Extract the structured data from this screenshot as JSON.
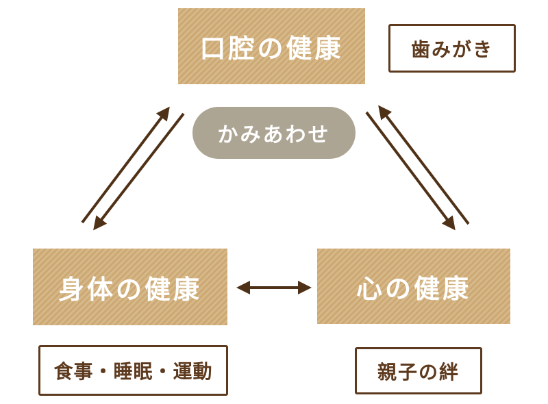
{
  "diagram": {
    "title_implicit": "",
    "nodes": {
      "oral": {
        "label": "口腔の健康"
      },
      "body": {
        "label": "身体の健康"
      },
      "mind": {
        "label": "心の健康"
      }
    },
    "pill": {
      "label": "かみあわせ"
    },
    "tags": {
      "toothbrushing": {
        "label": "歯みがき"
      },
      "lifestyle": {
        "label": "食事・睡眠・運動"
      },
      "bond": {
        "label": "親子の絆"
      }
    },
    "relations": [
      {
        "from": "body",
        "to": "oral",
        "bidirectional": true,
        "style": "two-parallel-one-way-arrows"
      },
      {
        "from": "mind",
        "to": "oral",
        "bidirectional": true,
        "style": "two-parallel-one-way-arrows"
      },
      {
        "from": "body",
        "to": "mind",
        "bidirectional": true,
        "style": "single-double-headed-arrow"
      }
    ],
    "colors": {
      "box_fill": "#cda873",
      "box_stripe": "#d6b98a",
      "box_text": "#ffffff",
      "pill_fill": "#ada593",
      "pill_text": "#ffffff",
      "tag_border": "#5d3a1e",
      "tag_text": "#5d3a1e",
      "arrow": "#4f3117",
      "background": "#ffffff"
    }
  }
}
